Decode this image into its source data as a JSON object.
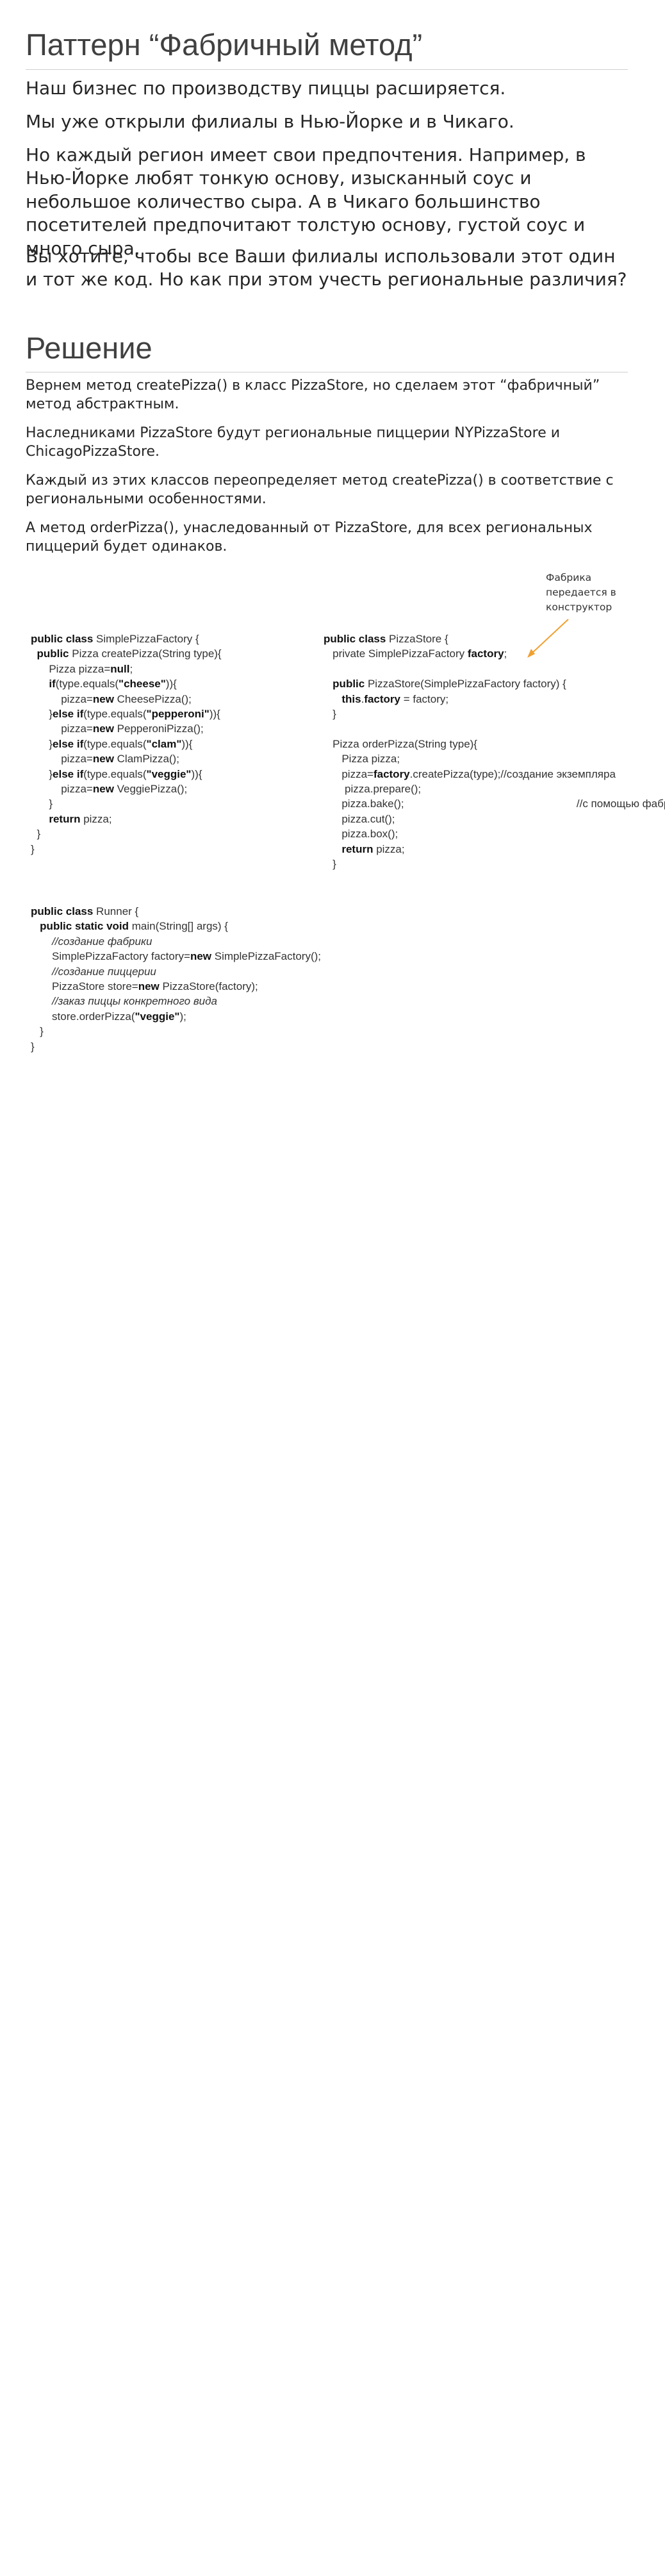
{
  "slide1": {
    "title": "Паттерн “Фабричный метод”",
    "paragraphs": [
      "Наш бизнес по производству пиццы расширяется.",
      "Мы уже открыли филиалы в Нью-Йорке и в Чикаго.",
      "Но каждый регион имеет свои предпочтения. Например, в Нью-Йорке любят тонкую основу, изысканный соус и небольшое количество сыра. А в Чикаго большинство посетителей предпочитают толстую основу, густой соус и много сыра.",
      "Вы хотите, чтобы  все Ваши филиалы использовали этот один и тот же код. Но как при этом учесть региональные различия?"
    ]
  },
  "slide2": {
    "title": "Решение",
    "paragraphs": [
      "Вернем метод createPizza() в класс PizzaStore, но сделаем  этот “фабричный” метод абстрактным.",
      "Наследниками PizzaStore будут региональные пиццерии NYPizzaStore и ChicagoPizzaStore.",
      "Каждый из этих классов переопределяет метод createPizza() в соответствие с региональными особенностями.",
      "А метод orderPizza(), унаследованный от PizzaStore, для всех региональных пиццерий будет одинаков."
    ],
    "note": "Фабрика передается в конструктор",
    "factory_code": [
      [
        {
          "k": 1,
          "t": "public class "
        },
        {
          "t": "SimplePizzaFactory {"
        }
      ],
      [
        {
          "t": "  "
        },
        {
          "k": 1,
          "t": "public "
        },
        {
          "t": "Pizza createPizza(String type){"
        }
      ],
      [
        {
          "t": "      Pizza pizza="
        },
        {
          "k": 1,
          "t": "null"
        },
        {
          "t": ";"
        }
      ],
      [
        {
          "t": "      "
        },
        {
          "k": 1,
          "t": "if"
        },
        {
          "t": "(type.equals("
        },
        {
          "k": 1,
          "t": "\"cheese\""
        },
        {
          "t": ")){"
        }
      ],
      [
        {
          "t": "          pizza="
        },
        {
          "k": 1,
          "t": "new "
        },
        {
          "t": "CheesePizza();"
        }
      ],
      [
        {
          "t": "      }"
        },
        {
          "k": 1,
          "t": "else if"
        },
        {
          "t": "(type.equals("
        },
        {
          "k": 1,
          "t": "\"pepperoni\""
        },
        {
          "t": ")){"
        }
      ],
      [
        {
          "t": "          pizza="
        },
        {
          "k": 1,
          "t": "new "
        },
        {
          "t": "PepperoniPizza();"
        }
      ],
      [
        {
          "t": "      }"
        },
        {
          "k": 1,
          "t": "else if"
        },
        {
          "t": "(type.equals("
        },
        {
          "k": 1,
          "t": "\"clam\""
        },
        {
          "t": ")){"
        }
      ],
      [
        {
          "t": "          pizza="
        },
        {
          "k": 1,
          "t": "new "
        },
        {
          "t": "ClamPizza();"
        }
      ],
      [
        {
          "t": "      }"
        },
        {
          "k": 1,
          "t": "else if"
        },
        {
          "t": "(type.equals("
        },
        {
          "k": 1,
          "t": "\"veggie\""
        },
        {
          "t": ")){"
        }
      ],
      [
        {
          "t": "          pizza="
        },
        {
          "k": 1,
          "t": "new "
        },
        {
          "t": "VeggiePizza();"
        }
      ],
      [
        {
          "t": "      }"
        }
      ],
      [
        {
          "t": "      "
        },
        {
          "k": 1,
          "t": "return "
        },
        {
          "t": "pizza;"
        }
      ],
      [
        {
          "t": "  }"
        }
      ],
      [
        {
          "t": "}"
        }
      ]
    ],
    "store_code": [
      [
        {
          "k": 1,
          "t": "public class "
        },
        {
          "t": "PizzaStore {"
        }
      ],
      [
        {
          "t": "   private SimplePizzaFactory "
        },
        {
          "k": 1,
          "t": "factory"
        },
        {
          "t": ";"
        }
      ],
      [
        {
          "t": ""
        }
      ],
      [
        {
          "t": "   "
        },
        {
          "k": 1,
          "t": "public "
        },
        {
          "t": "PizzaStore(SimplePizzaFactory factory) {"
        }
      ],
      [
        {
          "t": "      "
        },
        {
          "k": 1,
          "t": "this"
        },
        {
          "t": "."
        },
        {
          "k": 1,
          "t": "factory"
        },
        {
          "t": " = factory;"
        }
      ],
      [
        {
          "t": "   }"
        }
      ],
      [
        {
          "t": ""
        }
      ],
      [
        {
          "t": "   Pizza orderPizza(String type){"
        }
      ],
      [
        {
          "t": "      Pizza pizza;"
        }
      ],
      [
        {
          "t": "      pizza="
        },
        {
          "k": 1,
          "t": "factory"
        },
        {
          "t": ".createPizza(type);//создание экземпляра"
        }
      ],
      [
        {
          "t": "       pizza.prepare();"
        }
      ],
      [
        {
          "t": "      pizza.bake();                                                         //с помощью фабрики"
        }
      ],
      [
        {
          "t": "      pizza.cut();"
        }
      ],
      [
        {
          "t": "      pizza.box();"
        }
      ],
      [
        {
          "t": "      "
        },
        {
          "k": 1,
          "t": "return "
        },
        {
          "t": "pizza;"
        }
      ],
      [
        {
          "t": "   }"
        }
      ]
    ],
    "runner_code": [
      [
        {
          "k": 1,
          "t": "public class "
        },
        {
          "t": "Runner {"
        }
      ],
      [
        {
          "t": "   "
        },
        {
          "k": 1,
          "t": "public static void "
        },
        {
          "t": "main(String[] args) {"
        }
      ],
      [
        {
          "t": "       "
        },
        {
          "c": 1,
          "t": "//создание фабрики"
        }
      ],
      [
        {
          "t": "       SimplePizzaFactory factory="
        },
        {
          "k": 1,
          "t": "new "
        },
        {
          "t": "SimplePizzaFactory();"
        }
      ],
      [
        {
          "t": "       "
        },
        {
          "c": 1,
          "t": "//создание пиццерии"
        }
      ],
      [
        {
          "t": "       PizzaStore store="
        },
        {
          "k": 1,
          "t": "new "
        },
        {
          "t": "PizzaStore(factory);"
        }
      ],
      [
        {
          "t": "       "
        },
        {
          "c": 1,
          "t": "//заказ пиццы конкретного вида"
        }
      ],
      [
        {
          "t": "       store.orderPizza("
        },
        {
          "k": 1,
          "t": "\"veggie\""
        },
        {
          "t": ");"
        }
      ],
      [
        {
          "t": "   }"
        }
      ],
      [
        {
          "t": "}"
        }
      ]
    ]
  },
  "colors": {
    "title": "#404040",
    "text": "#262626",
    "rule": "#cfcfcf",
    "arrow": "#f0a030"
  }
}
